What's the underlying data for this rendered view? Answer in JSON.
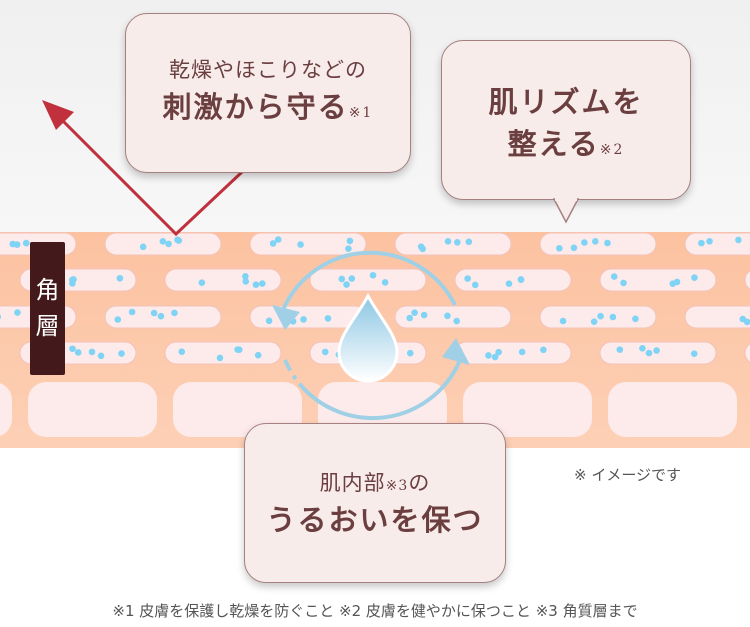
{
  "bubble1": {
    "line1": "乾燥やほこりなどの",
    "line2": "刺激から守る",
    "note": "※1"
  },
  "bubble2": {
    "line1": "肌リズムを",
    "line2": "整える",
    "note": "※2"
  },
  "bubble3": {
    "line1": "肌内部",
    "note": "※3",
    "line1b": "の",
    "line2": "うるおいを保つ"
  },
  "layer_label": "角層",
  "image_note": "※ イメージです",
  "footnote": "※1 皮膚を保護し乾燥を防ぐこと ※2 皮膚を健やかに保つこと ※3 角質層まで",
  "colors": {
    "skin": "#fcc6a6",
    "cell": "#fdeaea",
    "dot": "#7fd3f5",
    "arrow": "#c0313d",
    "cycle": "#9fd0e6"
  }
}
